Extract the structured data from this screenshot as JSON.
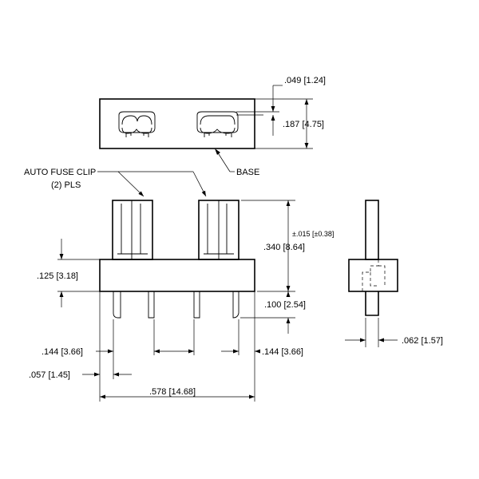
{
  "labels": {
    "auto_fuse_clip_line1": "AUTO FUSE CLIP",
    "auto_fuse_clip_line2": "(2) PLS",
    "base": "BASE"
  },
  "dimensions": {
    "clip_thickness": ".049 [1.24]",
    "clip_height": ".187 [4.75]",
    "tolerance": "±.015 [±0.38]",
    "clip_overall_height": ".340 [8.64]",
    "base_height": ".125 [3.18]",
    "pin_length": ".100 [2.54]",
    "pin_pitch_left": ".144 [3.66]",
    "pin_pitch_right": ".144 [3.66]",
    "pin_offset": ".057 [1.45]",
    "overall_length": ".578 [14.68]",
    "pin_width": ".062 [1.57]"
  }
}
